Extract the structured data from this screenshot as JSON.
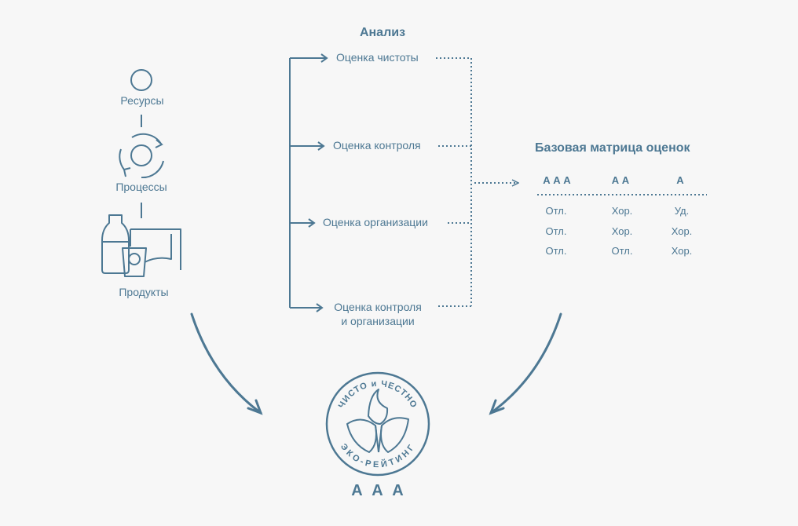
{
  "left": {
    "resources_label": "Ресурсы",
    "processes_label": "Процессы",
    "products_label": "Продукты"
  },
  "analysis": {
    "title": "Анализ",
    "items": [
      {
        "label": "Оценка чистоты"
      },
      {
        "label": "Оценка контроля"
      },
      {
        "label": "Оценка организации"
      },
      {
        "label_line1": "Оценка контроля",
        "label_line2": "и организации"
      }
    ]
  },
  "matrix": {
    "title": "Базовая матрица оценок",
    "headers": [
      "А А А",
      "А А",
      "А"
    ],
    "rows": [
      [
        "Отл.",
        "Хор.",
        "Уд."
      ],
      [
        "Отл.",
        "Хор.",
        "Хор."
      ],
      [
        "Отл.",
        "Отл.",
        "Хор."
      ]
    ]
  },
  "badge": {
    "top_text_1": "ЧИСТО",
    "top_text_2": "и",
    "top_text_3": "ЧЕСТНО",
    "bottom_text": "ЭКО-РЕЙТИНГ",
    "grade": "А А А"
  },
  "icons": [
    "circle-icon",
    "cycle-icon",
    "products-icon",
    "leaf-logo-icon"
  ],
  "colors": {
    "accent": "#4d7893",
    "background": "#f7f7f7"
  }
}
